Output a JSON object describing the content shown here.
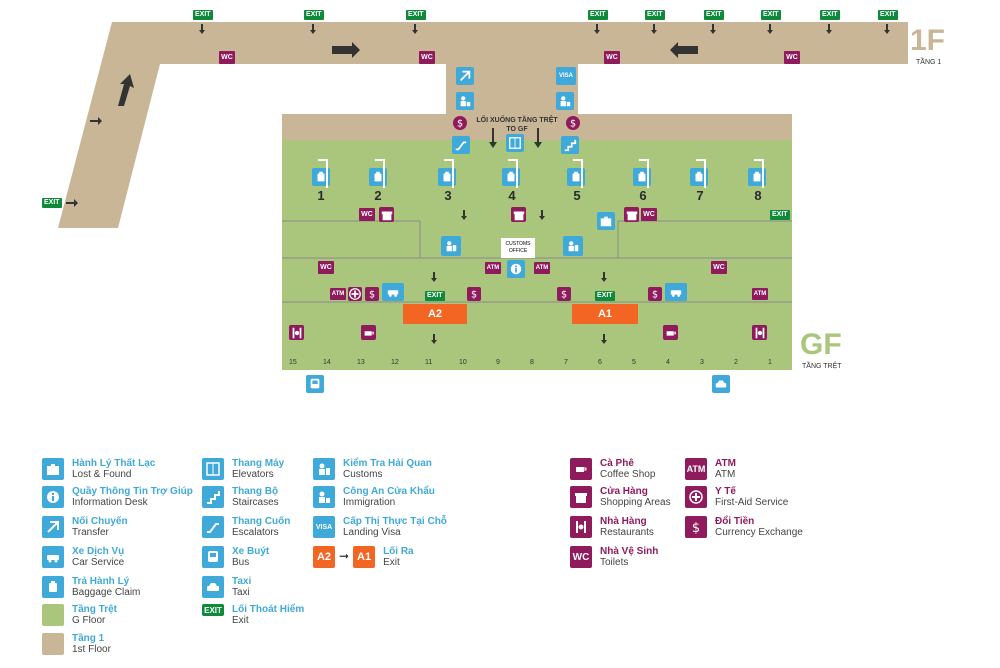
{
  "floors": {
    "first": {
      "code": "1F",
      "name": "TẦNG 1"
    },
    "ground": {
      "code": "GF",
      "name": "TẦNG TRỆT"
    }
  },
  "map_labels": {
    "down_to_gf": "LỐI XUỐNG TẦNG TRỆT\nTO GF",
    "customs_office": "CUSTOMS\nOFFICE",
    "exit_a2": "A2",
    "exit_a1": "A1",
    "exit_sign": "EXIT",
    "wc": "WC",
    "atm": "ATM",
    "visa": "VISA"
  },
  "belts": [
    "1",
    "2",
    "3",
    "4",
    "5",
    "6",
    "7",
    "8"
  ],
  "gates": [
    "15",
    "14",
    "13",
    "12",
    "11",
    "10",
    "9",
    "8",
    "7",
    "6",
    "5",
    "4",
    "3",
    "2",
    "1"
  ],
  "legend": {
    "lost_found": {
      "vi": "Hành Lý Thất Lạc",
      "en": "Lost & Found"
    },
    "info": {
      "vi": "Quầy Thông Tin Trợ Giúp",
      "en": "Information Desk"
    },
    "transfer": {
      "vi": "Nối Chuyến",
      "en": "Transfer"
    },
    "car": {
      "vi": "Xe Dịch Vụ",
      "en": "Car Service"
    },
    "baggage": {
      "vi": "Trả Hành Lý",
      "en": "Baggage Claim"
    },
    "gfloor": {
      "vi": "Tầng Trệt",
      "en": "G Floor"
    },
    "first": {
      "vi": "Tầng 1",
      "en": "1st Floor"
    },
    "elevators": {
      "vi": "Thang Máy",
      "en": "Elevators"
    },
    "stairs": {
      "vi": "Thang Bộ",
      "en": "Staircases"
    },
    "escalators": {
      "vi": "Thang Cuốn",
      "en": "Escalators"
    },
    "bus": {
      "vi": "Xe Buýt",
      "en": "Bus"
    },
    "taxi": {
      "vi": "Taxi",
      "en": "Taxi"
    },
    "emergency": {
      "vi": "Lối Thoát Hiểm",
      "en": "Exit"
    },
    "customs": {
      "vi": "Kiểm Tra Hải Quan",
      "en": "Customs"
    },
    "immigration": {
      "vi": "Công An Cửa Khẩu",
      "en": "Immigration"
    },
    "visa": {
      "vi": "Cấp Thị Thực Tại Chỗ",
      "en": "Landing Visa"
    },
    "exit": {
      "vi": "Lối Ra",
      "en": "Exit"
    },
    "coffee": {
      "vi": "Cà Phê",
      "en": "Coffee Shop"
    },
    "shopping": {
      "vi": "Cửa Hàng",
      "en": "Shopping Areas"
    },
    "restaurants": {
      "vi": "Nhà Hàng",
      "en": "Restaurants"
    },
    "toilets": {
      "vi": "Nhà Vệ Sinh",
      "en": "Toilets"
    },
    "atm": {
      "vi": "ATM",
      "en": "ATM"
    },
    "firstaid": {
      "vi": "Y Tế",
      "en": "First-Aid Service"
    },
    "currency": {
      "vi": "Đổi Tiền",
      "en": "Currency Exchange"
    }
  },
  "legend_codes": {
    "exit_from": "A2",
    "exit_to": "A1",
    "emergency_sign": "EXIT",
    "wc": "WC",
    "atm": "ATM",
    "visa": "VISA"
  },
  "colors": {
    "first_floor": "#c8b697",
    "ground_floor": "#aac67c",
    "service_blue": "#3fa9d9",
    "amenity_maroon": "#8f1a5c",
    "exit_orange": "#f26522",
    "exit_green": "#0f8a3a"
  }
}
